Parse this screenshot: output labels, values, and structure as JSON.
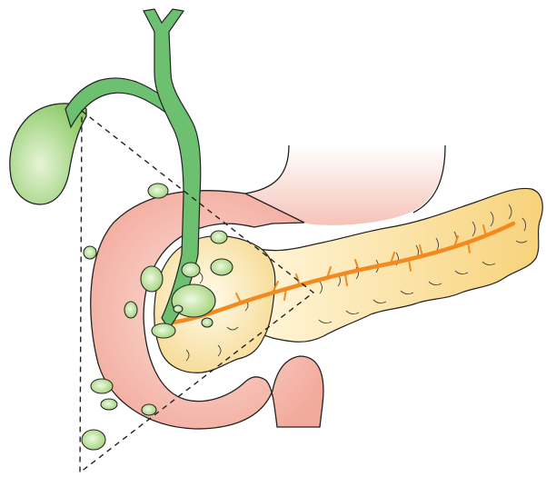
{
  "figure": {
    "description_visible_text": "",
    "colors": {
      "bile_duct": "#6cc070",
      "gallbladder_light": "#c9e7a8",
      "gallbladder_dark": "#8cc96d",
      "duodenum": "#f4b3a6",
      "duodenum_light": "#fde4de",
      "pancreas": "#f7d98a",
      "pancreas_light": "#fff3cf",
      "pancreatic_duct": "#f28a1e",
      "lymph_node": "#b5df8e",
      "lymph_node_light": "#e3f3d2",
      "outline": "#222222",
      "triangle": "#222222"
    },
    "structures": [
      "gallbladder",
      "common-bile-duct",
      "stomach",
      "duodenum",
      "pancreas-head",
      "pancreas-body-tail",
      "main-pancreatic-duct",
      "lymph-nodes",
      "dashed-triangle"
    ],
    "lymph_node_count": 15
  }
}
